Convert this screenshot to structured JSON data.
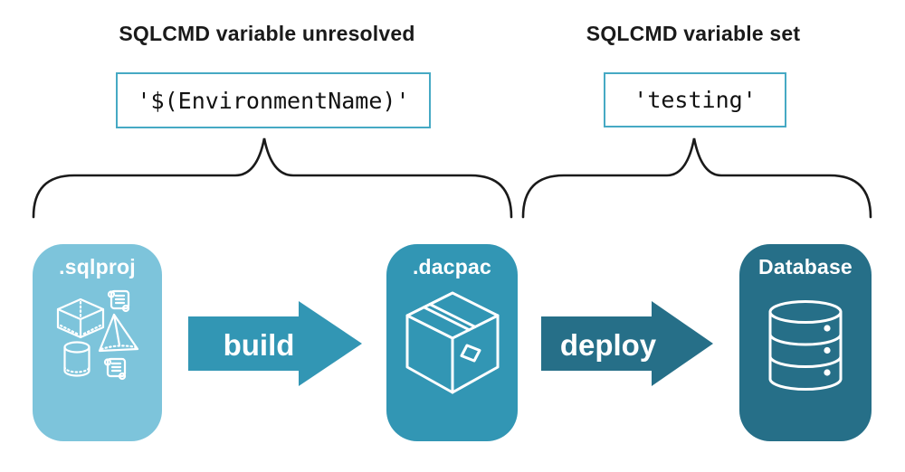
{
  "annotations": {
    "left": {
      "heading": "SQLCMD variable unresolved",
      "value": "'$(EnvironmentName)'"
    },
    "right": {
      "heading": "SQLCMD variable set",
      "value": "'testing'"
    }
  },
  "pipeline": {
    "nodes": [
      {
        "label": ".sqlproj",
        "icon": "sql-objects-icon",
        "color": "#7dc4db"
      },
      {
        "label": ".dacpac",
        "icon": "package-box-icon",
        "color": "#3296b4"
      },
      {
        "label": "Database",
        "icon": "database-cylinder-icon",
        "color": "#266f88"
      }
    ],
    "arrows": [
      {
        "label": "build",
        "color": "#3296b4"
      },
      {
        "label": "deploy",
        "color": "#266f88"
      }
    ]
  },
  "colors": {
    "background": "#ffffff",
    "heading_text": "#1a1a1a",
    "code_text": "#111111",
    "code_box_border": "#46a9c4",
    "brace": "#1a1a1a",
    "node_text": "#ffffff",
    "icon_stroke": "#ffffff"
  }
}
